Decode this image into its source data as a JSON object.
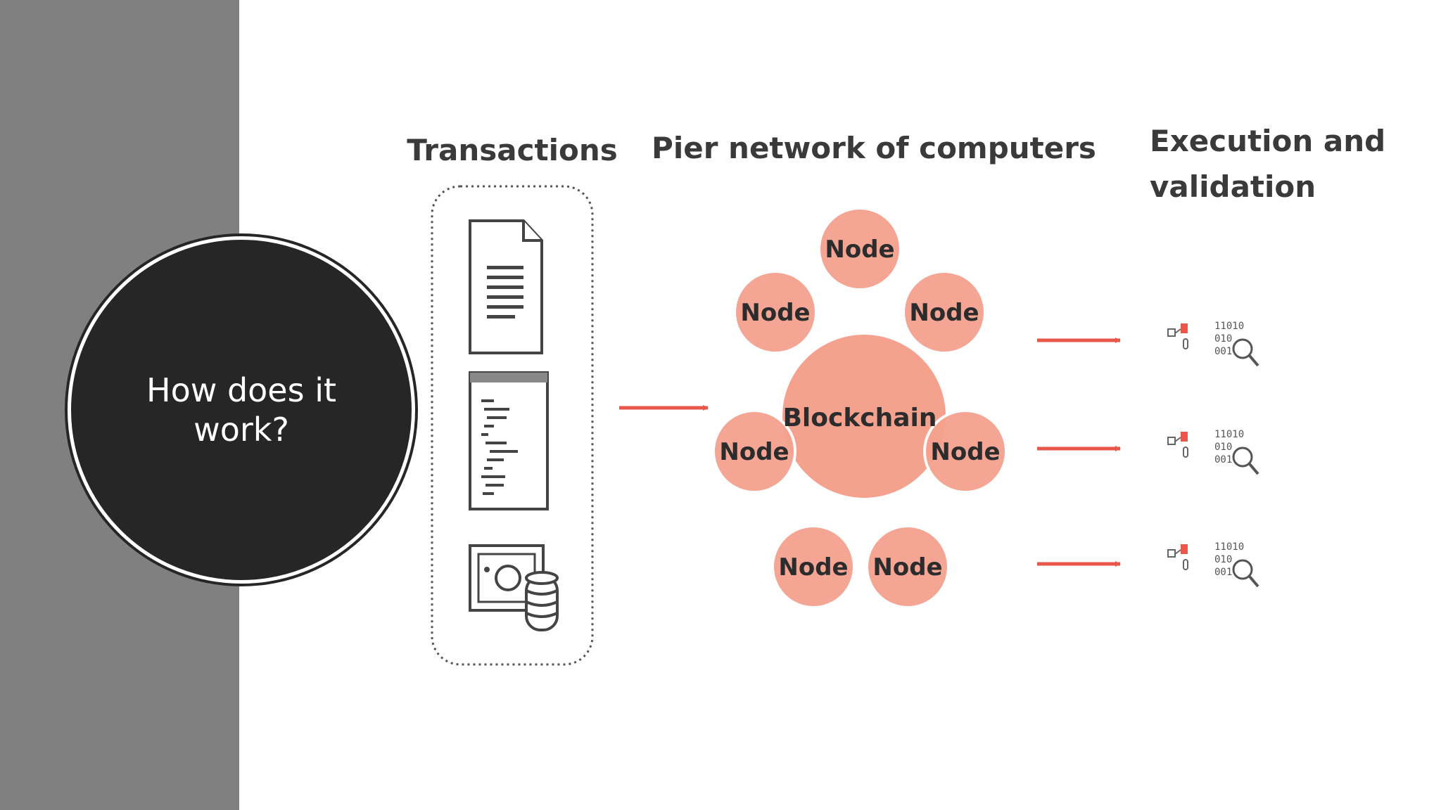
{
  "slide": {
    "title": "How does it work?"
  },
  "diagram": {
    "headers": {
      "transactions": "Transactions",
      "network": "Pier network of computers",
      "execution_line1": "Execution and",
      "execution_line2": "validation"
    },
    "center_label": "Blockchain",
    "nodes": [
      {
        "label": "Node"
      },
      {
        "label": "Node"
      },
      {
        "label": "Node"
      },
      {
        "label": "Node"
      },
      {
        "label": "Node"
      },
      {
        "label": "Node"
      },
      {
        "label": "Node"
      }
    ],
    "binary_rows": [
      "11010",
      "010",
      "001"
    ],
    "icons": {
      "transaction_items": [
        "document-icon",
        "code-listing-icon",
        "money-coins-icon"
      ],
      "validation_items": [
        "key-icon",
        "binary-search-icon"
      ]
    },
    "colors": {
      "node_fill": "#f4a18e",
      "node_overlap": "#ec8871",
      "arrow": "#e8574a",
      "band": "#808080",
      "title_circle": "#262626"
    }
  }
}
